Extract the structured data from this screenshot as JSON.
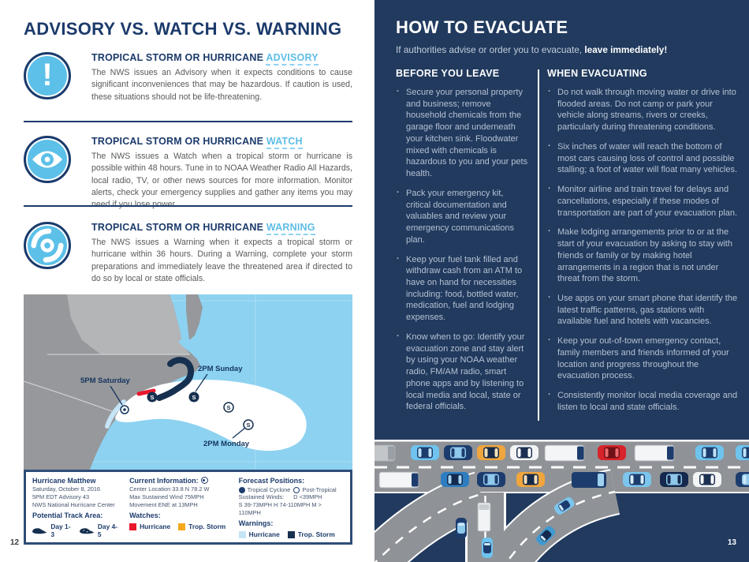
{
  "left_page": {
    "page_number": "12",
    "title": "ADVISORY VS. WATCH VS. WARNING",
    "heading_prefix": "TROPICAL STORM OR HURRICANE",
    "sections": [
      {
        "term": "ADVISORY",
        "icon": "exclamation-icon",
        "body": "The NWS issues an Advisory when it expects conditions to cause significant inconveniences that may be hazardous. If caution is used, these situations should not be life-threatening."
      },
      {
        "term": "WATCH",
        "icon": "eye-icon",
        "body": "The NWS issues a Watch when a tropical storm or hurricane is possible within 48 hours. Tune in to NOAA Weather Radio All Hazards, local radio, TV, or other news sources for more information. Monitor alerts, check your emergency supplies and gather any items you may need if you lose power."
      },
      {
        "term": "WARNING",
        "icon": "hurricane-icon",
        "body": "The NWS issues a Warning when it expects a tropical storm or hurricane within 36 hours. During a Warning, complete your storm preparations and immediately leave the threatened area if directed to do so by local or state officials."
      }
    ],
    "map": {
      "labels": {
        "saturday": "5PM Saturday",
        "sunday": "2PM Sunday",
        "monday": "2PM Monday",
        "position_s": "S"
      },
      "legend": {
        "storm_name": "Hurricane Matthew",
        "storm_date": "Saturday, October 8, 2016",
        "advisory": "5PM EDT Advisory 43",
        "agency": "NWS National Hurricane Center",
        "track_label": "Potential Track Area:",
        "track_day13": "Day 1-3",
        "track_day45": "Day 4-5",
        "current_label": "Current Information:",
        "current_line1": "Center Location 33.8 N 78.2 W",
        "current_line2": "Max Sustained Wind 75MPH",
        "current_line3": "Movement ENE at 13MPH",
        "watches_label": "Watches:",
        "watch_hurricane": "Hurricane",
        "watch_trop": "Trop. Storm",
        "forecast_label": "Forecast Positions:",
        "fp_cyclone": "Tropical Cyclone",
        "fp_post": "Post-Tropical",
        "winds_label": "Sustained Winds:",
        "winds_d": "D <39MPH",
        "winds_line": "S 39-73MPH H 74-110MPH M > 110MPH",
        "warnings_label": "Warnings:",
        "warn_hurricane": "Hurricane",
        "warn_trop": "Trop. Storm"
      }
    }
  },
  "right_page": {
    "page_number": "13",
    "title": "HOW TO EVACUATE",
    "intro_normal": "If authorities advise or order you to evacuate, ",
    "intro_bold": "leave immediately!",
    "columns": [
      {
        "header": "BEFORE YOU LEAVE",
        "bullets": [
          "Secure your personal property and business; remove household chemicals from the garage floor and underneath your kitchen sink. Floodwater mixed with chemicals is hazardous to you and your pets health.",
          "Pack your emergency kit, critical documentation and valuables and review your emergency communications plan.",
          "Keep your fuel tank filled and withdraw cash from an ATM to have on hand for necessities including: food, bottled water, medication, fuel and lodging expenses.",
          "Know when to go: Identify your evacuation zone and stay alert by using your NOAA weather radio, FM/AM radio, smart phone apps and by listening to local media and local, state or federal officials."
        ]
      },
      {
        "header": "WHEN EVACUATING",
        "bullets": [
          "Do not walk through moving water or drive into flooded areas. Do not camp or park your vehicle along streams, rivers or creeks, particularly during threatening conditions.",
          "Six inches of water will reach the bottom of most cars causing loss of control and possible stalling; a foot of water will float many vehicles.",
          "Monitor airline and train travel for delays and cancellations, especially if these modes of transportation are part of your evacuation plan.",
          "Make lodging arrangements prior to or at the start of your evacuation by asking to stay with friends or family or by making hotel arrangements in a region that is not under threat from the storm.",
          "Use apps on your smart phone that identify the latest traffic patterns, gas stations with available fuel and hotels with vacancies.",
          "Keep your out-of-town emergency contact, family members and friends informed of your location and progress throughout the evacuation process.",
          "Consistently monitor local media coverage and listen to local and state officials."
        ]
      }
    ]
  },
  "colors": {
    "navy_heading": "#1b3a6b",
    "accent_light_blue": "#5ebde7",
    "icon_circle_blue": "#5cc0e8",
    "right_page_background": "#213a5e",
    "body_gray": "#58595b",
    "ocean": "#8dd2f0",
    "land": "#96989b",
    "watch_hurricane_red": "#e8192c",
    "watch_trop_storm_orange": "#f5a81c",
    "warning_hurricane_light_blue": "#c5e4f6",
    "warning_trop_storm_navy": "#16304f"
  }
}
